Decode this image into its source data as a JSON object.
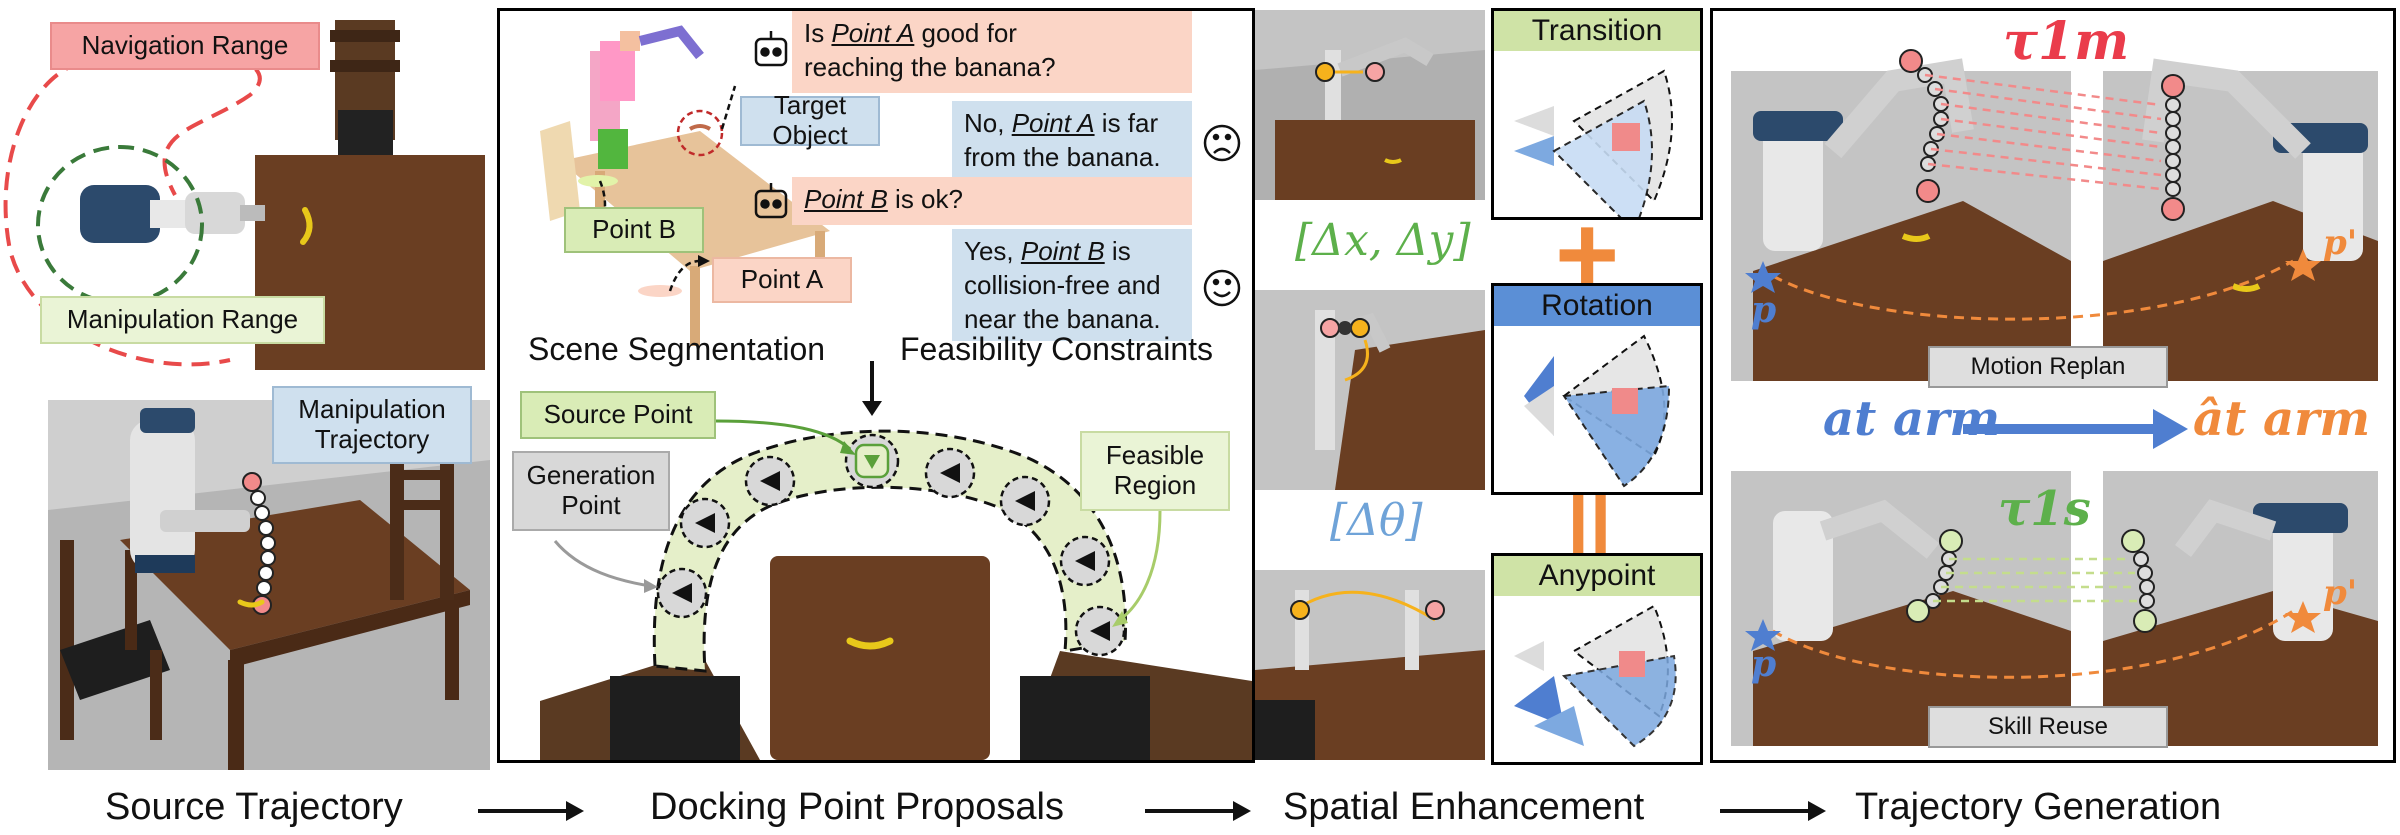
{
  "source": {
    "navigation_range": "Navigation Range",
    "manipulation_range": "Manipulation Range",
    "manipulation_trajectory_line1": "Manipulation",
    "manipulation_trajectory_line2": "Trajectory"
  },
  "docking": {
    "target_object": "Target Object",
    "point_b": "Point B",
    "point_a": "Point A",
    "scene_segmentation": "Scene Segmentation",
    "feasibility_constraints": "Feasibility Constraints",
    "source_point": "Source Point",
    "generation_point_line1": "Generation",
    "generation_point_line2": "Point",
    "feasible_region_line1": "Feasible",
    "feasible_region_line2": "Region",
    "dialog": {
      "q1_pre": "Is ",
      "q1_em": "Point A",
      "q1_post": " good for",
      "q1_line2": "reaching the banana?",
      "a1_pre": "No, ",
      "a1_em": "Point A",
      "a1_post": " is far",
      "a1_line2": "from the banana.",
      "q2_em": "Point B",
      "q2_post": " is ok?",
      "a2_pre": "Yes, ",
      "a2_em": "Point B",
      "a2_post": " is",
      "a2_line2": "collision-free and",
      "a2_line3": "near the banana."
    }
  },
  "spatial": {
    "delta_xy": "[Δx, Δy]",
    "delta_theta": "[Δθ]",
    "transition": "Transition",
    "rotation": "Rotation",
    "anypoint": "Anypoint",
    "plus": "+",
    "equals": "||"
  },
  "trajectory": {
    "tau_m": "τ1m",
    "motion_replan": "Motion Replan",
    "a_arm": "at arm",
    "a_hat_arm": "ât arm",
    "tau_s": "τ1s",
    "skill_reuse": "Skill Reuse",
    "p": "p",
    "p_prime": "p'"
  },
  "captions": {
    "source_trajectory": "Source Trajectory",
    "docking_point_proposals": "Docking Point Proposals",
    "spatial_enhancement": "Spatial Enhancement",
    "trajectory_generation": "Trajectory Generation"
  },
  "colors": {
    "pink": "#f6a4a4",
    "peach": "#fbd5c6",
    "lightblue": "#cfe0ee",
    "lightgreen": "#d9ecb6",
    "green_header": "#cfe3a6",
    "blue_header": "#5b8fd6",
    "orange": "#f08a3c",
    "red": "#ea3c4b",
    "blue": "#4f7ed0",
    "green": "#5db04b"
  }
}
